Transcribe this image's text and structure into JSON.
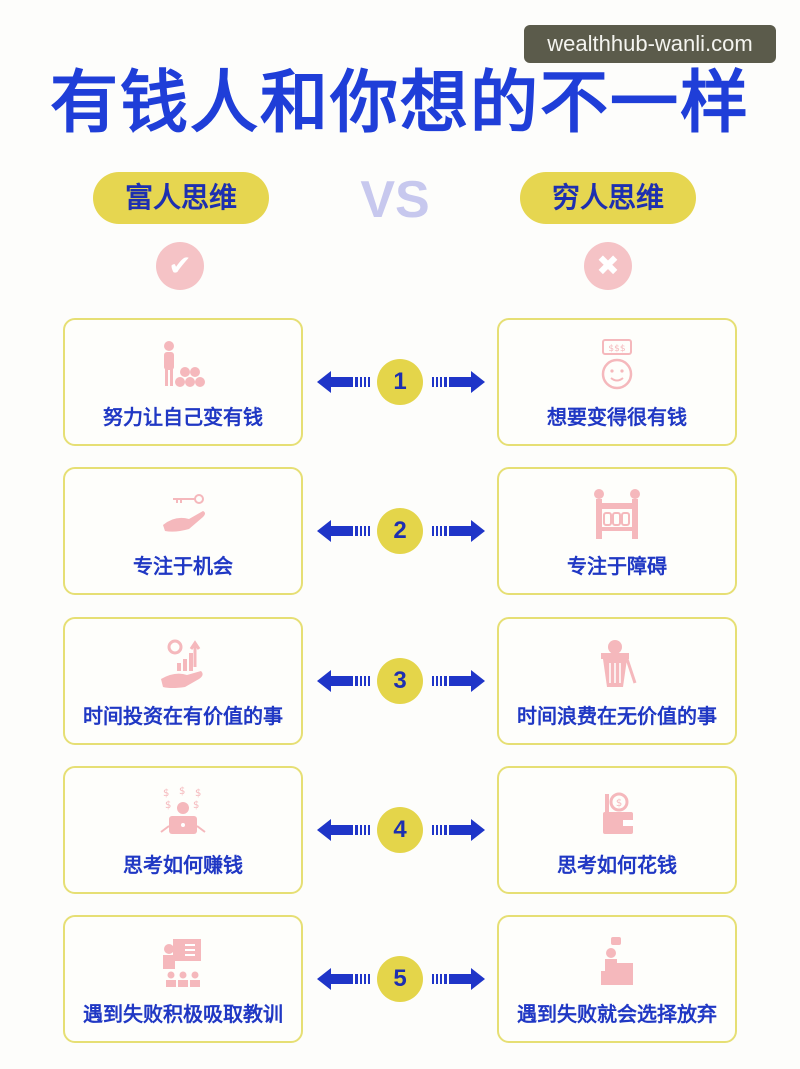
{
  "watermark": "wealthhub-wanli.com",
  "title": "有钱人和你想的不一样",
  "header": {
    "left_label": "富人思维",
    "vs": "VS",
    "right_label": "穷人思维",
    "left_mark": "✔",
    "right_mark": "✖"
  },
  "colors": {
    "title_blue": "#1f3ed8",
    "pill_yellow": "#e6d650",
    "icon_pink": "#f5b8bc",
    "box_border": "#e6df74",
    "arrow_blue": "#1f35c8"
  },
  "rows": [
    {
      "number": "1",
      "left": {
        "text": "努力让自己变有钱",
        "icon": "person-money-bags-icon"
      },
      "right": {
        "text": "想要变得很有钱",
        "icon": "smiley-dollar-speech-icon"
      }
    },
    {
      "number": "2",
      "left": {
        "text": "专注于机会",
        "icon": "hand-key-icon"
      },
      "right": {
        "text": "专注于障碍",
        "icon": "barrier-icon"
      }
    },
    {
      "number": "3",
      "left": {
        "text": "时间投资在有价值的事",
        "icon": "hand-growth-chart-icon"
      },
      "right": {
        "text": "时间浪费在无价值的事",
        "icon": "trash-bin-icon"
      }
    },
    {
      "number": "4",
      "left": {
        "text": "思考如何赚钱",
        "icon": "person-laptop-dollars-icon"
      },
      "right": {
        "text": "思考如何花钱",
        "icon": "wallet-coin-icon"
      }
    },
    {
      "number": "5",
      "left": {
        "text": "遇到失败积极吸取教训",
        "icon": "teacher-board-icon"
      },
      "right": {
        "text": "遇到失败就会选择放弃",
        "icon": "sitting-person-stairs-icon"
      }
    }
  ]
}
